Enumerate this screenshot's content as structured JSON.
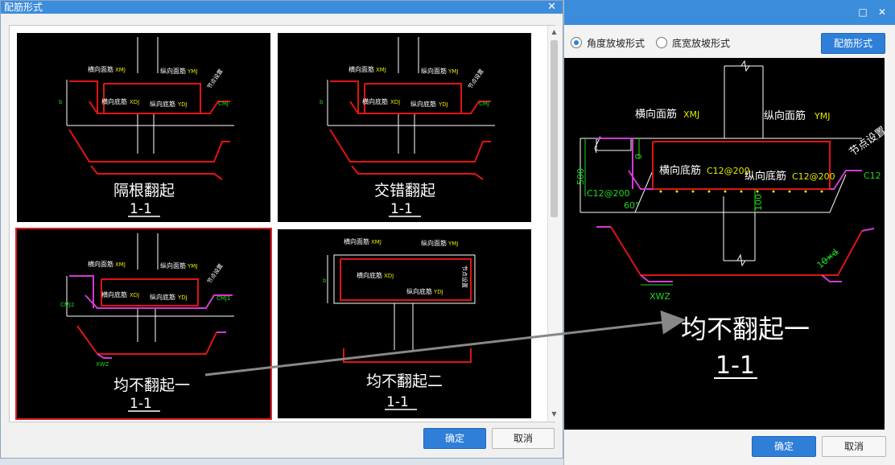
{
  "dialog_main": {
    "title": "配筋形式",
    "confirm_label": "确定",
    "cancel_label": "取消",
    "tiles": [
      {
        "caption": "隔根翻起",
        "section": "1-1",
        "selected": false
      },
      {
        "caption": "交错翻起",
        "section": "1-1",
        "selected": false
      },
      {
        "caption": "均不翻起一",
        "section": "1-1",
        "selected": true
      },
      {
        "caption": "均不翻起二",
        "section": "1-1",
        "selected": false
      }
    ],
    "drawing_labels": {
      "top_h": "横向面筋",
      "top_v": "纵向面筋",
      "bot_h": "横向底筋",
      "bot_v": "纵向底筋",
      "node": "节点设置",
      "xmj": "XMJ",
      "ymj": "YMJ",
      "xdj": "XDJ",
      "ydj": "YDJ",
      "cmj": "CMJ",
      "cmj1": "CMJ1",
      "cmj2": "CMJ2",
      "xwz": "XWZ",
      "b": "b"
    }
  },
  "dialog_side": {
    "radio_angle": "角度放坡形式",
    "radio_width": "底宽放坡形式",
    "reinforce_button": "配筋形式",
    "confirm_label": "确定",
    "cancel_label": "取消",
    "preview": {
      "top_h": "横向面筋",
      "top_h_code": "XMJ",
      "top_v": "纵向面筋",
      "top_v_code": "YMJ",
      "node": "节点设置",
      "bot_h": "横向底筋",
      "bot_h_spec": "C12@200",
      "bot_v": "纵向底筋",
      "bot_v_spec": "C12@200",
      "left_spec": "C12@200",
      "right_spec": "C12",
      "dim_500": "500",
      "dim_0": "0",
      "angle": "60°",
      "dim_100": "100",
      "dim_10d": "10×d",
      "xwz": "XWZ",
      "caption": "均不翻起一",
      "section": "1-1"
    }
  },
  "colors": {
    "titlebar": "#3c8cdc",
    "accent": "#2f7fd8",
    "rebar_red": "#e11414",
    "rebar_magenta": "#d43ad4",
    "dim_green": "#1fd91f",
    "label_white": "#ffffff",
    "label_yellow": "#e6e600"
  }
}
